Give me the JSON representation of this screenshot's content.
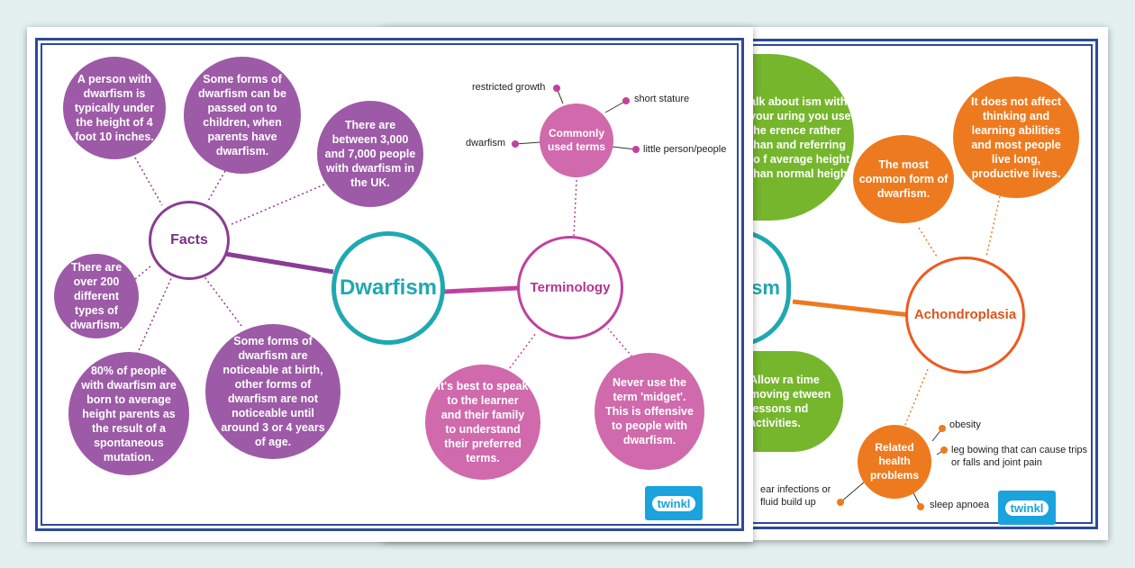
{
  "left_poster": {
    "center": "Dwarfism",
    "facts_hub": "Facts",
    "terminology_hub": "Terminology",
    "commonly_used_terms_hub": "Commonly used terms",
    "facts": [
      "A person with dwarfism is typically under the height of 4 foot 10 inches.",
      "Some forms of dwarfism can be passed on to children, when parents have dwarfism.",
      "There are between 3,000 and 7,000 people with dwarfism in the UK.",
      "There are over 200 different types of dwarfism.",
      "80% of people with dwarfism are born to average height parents as the result of a spontaneous mutation.",
      "Some forms of dwarfism are noticeable at birth, other forms of dwarfism are not noticeable until around 3 or 4 years of age."
    ],
    "terminology": [
      "It's best to speak to the learner and their family to understand their preferred terms.",
      "Never use the term 'midget'. This is offensive to people with dwarfism."
    ],
    "terms": [
      "restricted growth",
      "short stature",
      "dwarfism",
      "little person/people"
    ],
    "logo": "twinkl"
  },
  "right_poster": {
    "center_partial": "ism",
    "hub": "Achondroplasia",
    "health_hub": "Related health problems",
    "tips_partial": [
      "alk about ism with your uring you use the erence rather than and referring to f average height than normal height.",
      "Allow ra time moving etween lessons nd activities."
    ],
    "facts": [
      "The most common form of dwarfism.",
      "It does not affect thinking and learning abilities and most people live long, productive lives."
    ],
    "health_items": [
      "obesity",
      "leg bowing that can cause trips or falls and joint pain",
      "sleep apnoea",
      "ear infections or fluid build up"
    ],
    "logo": "twinkl"
  },
  "colors": {
    "frame": "#2c4a9a",
    "purple": "#9d5aa7",
    "teal": "#1fa8b0",
    "pink": "#d06aac",
    "green": "#75b62d",
    "orange": "#ee7a1f",
    "logo": "#1aa3dd"
  }
}
